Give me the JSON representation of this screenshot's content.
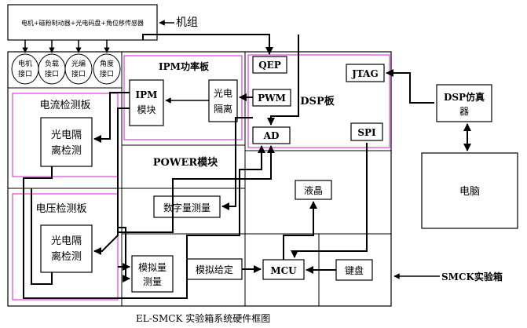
{
  "diagram": {
    "top_component": "电机+磁粉制动器+光电码盘+角位移传感器",
    "top_group_label": "机组",
    "interfaces": [
      {
        "line1": "电机",
        "line2": "接口"
      },
      {
        "line1": "负载",
        "line2": "接口"
      },
      {
        "line1": "光编",
        "line2": "接口"
      },
      {
        "line1": "角度",
        "line2": "接口"
      }
    ],
    "current_board": "电流检测板",
    "current_isolation": {
      "line1": "光电隔",
      "line2": "离检测"
    },
    "voltage_board": "电压检测板",
    "voltage_isolation": {
      "line1": "光电隔",
      "line2": "离检测"
    },
    "ipm_board": "IPM功率板",
    "ipm_module": {
      "line1": "IPM",
      "line2": "模块"
    },
    "ipm_isolation": {
      "line1": "光电",
      "line2": "隔离"
    },
    "power_module": "POWER模块",
    "digital_measure": "数字量测量",
    "analog_measure": {
      "line1": "模拟量",
      "line2": "测量"
    },
    "analog_setpoint": "模拟给定",
    "dsp_board": "DSP板",
    "qep": "QEP",
    "pwm": "PWM",
    "ad": "AD",
    "jtag": "JTAG",
    "spi": "SPI",
    "lcd": "液晶",
    "mcu": "MCU",
    "keyboard": "键盘",
    "dsp_emulator": {
      "line1": "DSP仿真",
      "line2": "器"
    },
    "pc": "电脑",
    "smck_box": "SMCK实验箱",
    "caption": "EL-SMCK 实验箱系统硬件框图"
  }
}
